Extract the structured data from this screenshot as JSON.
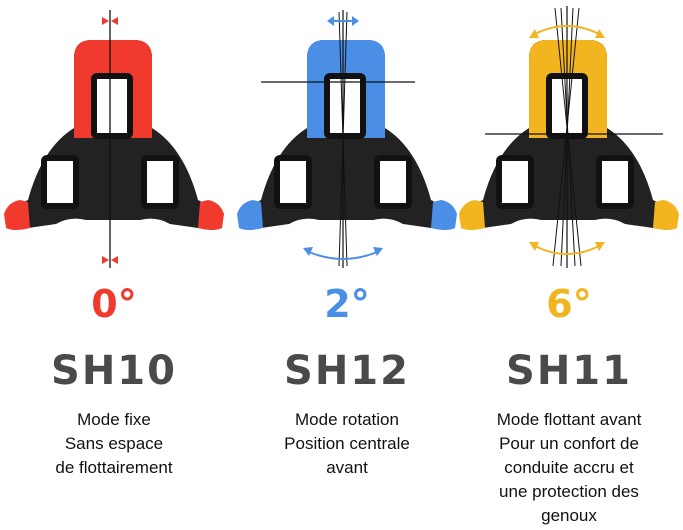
{
  "cleats": [
    {
      "color": "#f03a2e",
      "angle": "0°",
      "model": "SH10",
      "description": [
        "Mode fixe",
        "Sans espace",
        "de flottairement"
      ]
    },
    {
      "color": "#4a8ee6",
      "angle": "2°",
      "model": "SH12",
      "description": [
        "Mode rotation",
        "Position centrale",
        "avant"
      ]
    },
    {
      "color": "#f2b51f",
      "angle": "6°",
      "model": "SH11",
      "description": [
        "Mode flottant avant",
        "Pour un confort de",
        "conduite accru et",
        "une protection des",
        "genoux"
      ]
    }
  ]
}
